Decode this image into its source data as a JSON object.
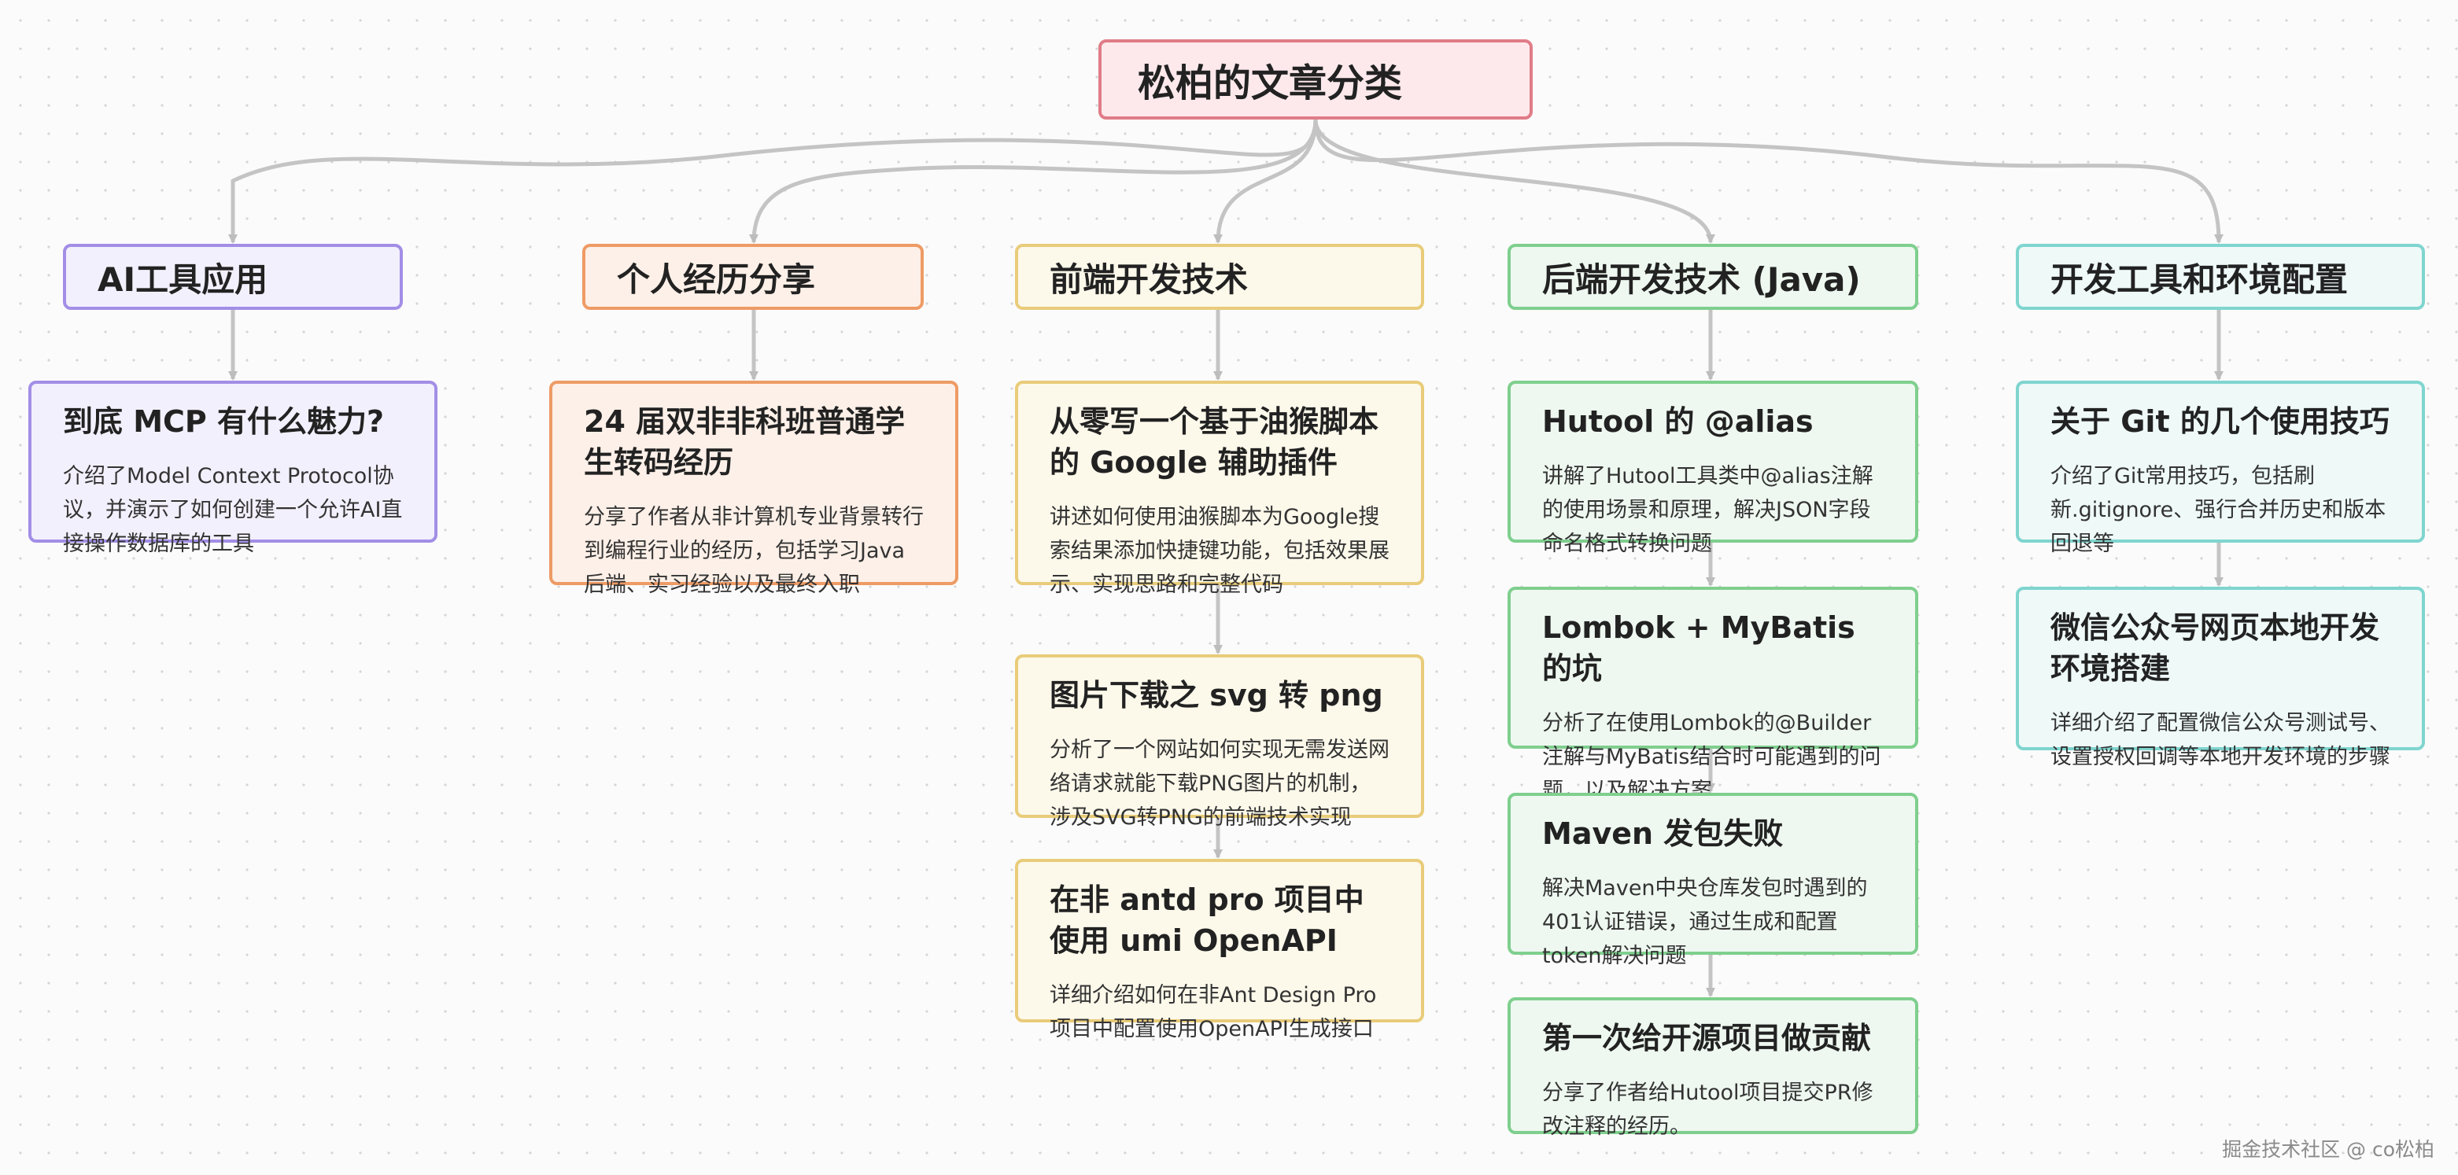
{
  "root": {
    "title": "松柏的文章分类"
  },
  "categories": [
    {
      "title": "AI工具应用",
      "articles": [
        {
          "title": "到底 MCP 有什么魅力?",
          "desc": "介绍了Model Context Protocol协议，并演示了如何创建一个允许AI直接操作数据库的工具"
        }
      ]
    },
    {
      "title": "个人经历分享",
      "articles": [
        {
          "title": "24 届双非非科班普通学生转码经历",
          "desc": "分享了作者从非计算机专业背景转行到编程行业的经历，包括学习Java后端、实习经验以及最终入职"
        }
      ]
    },
    {
      "title": "前端开发技术",
      "articles": [
        {
          "title": "从零写一个基于油猴脚本的 Google 辅助插件",
          "desc": "讲述如何使用油猴脚本为Google搜索结果添加快捷键功能，包括效果展示、实现思路和完整代码"
        },
        {
          "title": "图片下载之 svg 转 png",
          "desc": "分析了一个网站如何实现无需发送网络请求就能下载PNG图片的机制，涉及SVG转PNG的前端技术实现"
        },
        {
          "title": "在非 antd pro 项目中使用 umi OpenAPI",
          "desc": "详细介绍如何在非Ant Design Pro项目中配置使用OpenAPI生成接口"
        }
      ]
    },
    {
      "title": "后端开发技术 (Java)",
      "articles": [
        {
          "title": "Hutool 的 @alias",
          "desc": "讲解了Hutool工具类中@alias注解的使用场景和原理，解决JSON字段命名格式转换问题"
        },
        {
          "title": "Lombok + MyBatis 的坑",
          "desc": "分析了在使用Lombok的@Builder注解与MyBatis结合时可能遇到的问题，以及解决方案"
        },
        {
          "title": "Maven 发包失败",
          "desc": "解决Maven中央仓库发包时遇到的401认证错误，通过生成和配置token解决问题"
        },
        {
          "title": "第一次给开源项目做贡献",
          "desc": "分享了作者给Hutool项目提交PR修改注释的经历。"
        }
      ]
    },
    {
      "title": "开发工具和环境配置",
      "articles": [
        {
          "title": "关于 Git 的几个使用技巧",
          "desc": "介绍了Git常用技巧，包括刷新.gitignore、强行合并历史和版本回退等"
        },
        {
          "title": "微信公众号网页本地开发环境搭建",
          "desc": "详细介绍了配置微信公众号测试号、设置授权回调等本地开发环境的步骤"
        }
      ]
    }
  ],
  "watermark": "掘金技术社区 @ co松柏"
}
